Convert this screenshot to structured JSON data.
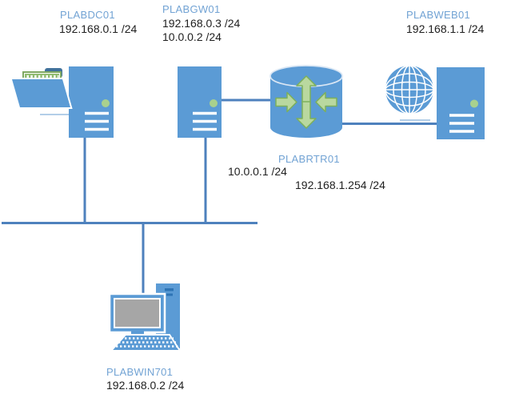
{
  "diagram": {
    "type": "network-topology",
    "background": "#FFFFFF",
    "colors": {
      "node_fill_blue": "#5B9BD5",
      "connector_blue": "#4E81BD",
      "node_label_blue": "#72A3D4",
      "ip_text": "#1F1F1F",
      "status_dot_green": "#A9D18E",
      "router_arrow_green": "#B9D89F",
      "folder_border_green": "#7FA861",
      "folder_tab_blue": "#41719C",
      "monitor_screen_gray": "#A6A6A6"
    },
    "nodes": [
      {
        "id": "plabdc01",
        "label": "PLABDC01",
        "ips": [
          "192.168.0.1 /24"
        ],
        "icons": [
          "shared-folder-icon",
          "server-icon"
        ]
      },
      {
        "id": "plabgw01",
        "label": "PLABGW01",
        "ips": [
          "192.168.0.3 /24",
          "10.0.0.2 /24"
        ],
        "icons": [
          "server-icon"
        ]
      },
      {
        "id": "plabweb01",
        "label": "PLABWEB01",
        "ips": [
          "192.168.1.1 /24"
        ],
        "icons": [
          "globe-icon",
          "server-icon"
        ]
      },
      {
        "id": "plabrtr01",
        "label": "PLABRTR01",
        "ips": [
          "10.0.0.1 /24",
          "192.168.1.254 /24"
        ],
        "icons": [
          "router-icon"
        ]
      },
      {
        "id": "plabwin701",
        "label": "PLABWIN701",
        "ips": [
          "192.168.0.2 /24"
        ],
        "icons": [
          "desktop-computer-icon"
        ]
      }
    ],
    "edges": [
      {
        "from": "plabgw01",
        "to": "plabrtr01"
      },
      {
        "from": "plabrtr01",
        "to": "plabweb01"
      },
      {
        "from": "plabdc01",
        "to": "lan-bus"
      },
      {
        "from": "plabgw01",
        "to": "lan-bus"
      },
      {
        "from": "plabwin701",
        "to": "lan-bus"
      }
    ]
  }
}
